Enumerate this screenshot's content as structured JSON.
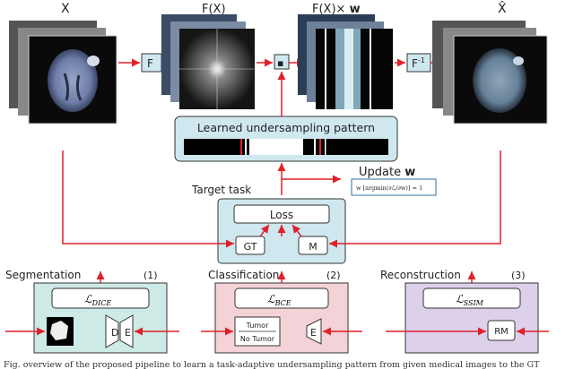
{
  "top": {
    "x_label": "X",
    "fx_label": "F(X)",
    "fxw_label_prefix": "F(X)× ",
    "fxw_label_bold": "w",
    "xhat_label": "X̂",
    "f_box": "F",
    "finv_box_main": "F",
    "finv_box_sup": "-1",
    "mult_symbol": "▪"
  },
  "pattern": {
    "title": "Learned undersampling pattern",
    "update_prefix": "Update ",
    "update_bold": "w",
    "update_formula": "w [argmin(∂ℒ/∂w)] = 1"
  },
  "target": {
    "title": "Target task",
    "loss": "Loss",
    "gt": "GT",
    "m": "M"
  },
  "tasks": [
    {
      "name": "Segmentation",
      "num": "(1)",
      "loss_main": "ℒ",
      "loss_sub": "DICE",
      "parts": [
        "D",
        "E"
      ],
      "color": "#1f8f84",
      "fill": "#cdeae6"
    },
    {
      "name": "Classification",
      "num": "(2)",
      "loss_main": "ℒ",
      "loss_sub": "BCE",
      "parts": [
        "Tumor",
        "No Tumor",
        "E"
      ],
      "color": "#c7354a",
      "fill": "#f4d3d8"
    },
    {
      "name": "Reconstruction",
      "num": "(3)",
      "loss_main": "ℒ",
      "loss_sub": "SSIM",
      "parts": [
        "RM"
      ],
      "color": "#6b3f86",
      "fill": "#ddd0ea"
    }
  ],
  "caption": "Fig. overview of the proposed pipeline to learn a task-adaptive undersampling pattern from given medical images to the GT"
}
